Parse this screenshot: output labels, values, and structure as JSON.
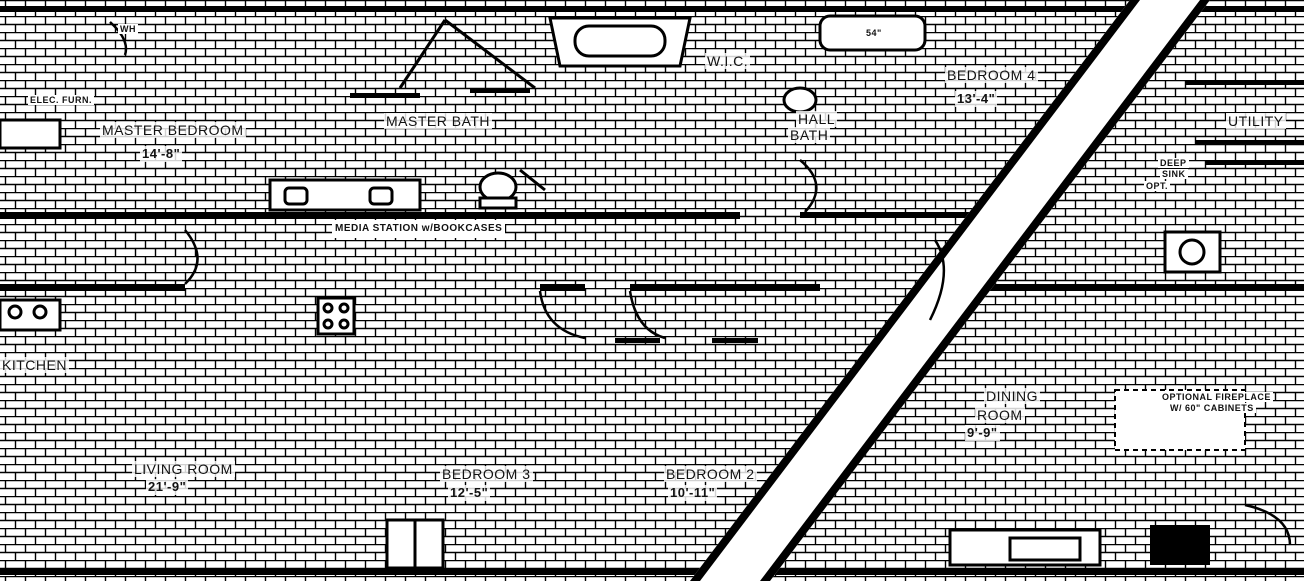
{
  "rooms": {
    "master_bedroom": {
      "name": "MASTER BEDROOM",
      "dim": "14'-8\""
    },
    "master_bath": {
      "name": "MASTER BATH"
    },
    "wic": {
      "name": "W.I.C."
    },
    "hall_bath": {
      "name_1": "HALL",
      "name_2": "BATH"
    },
    "bedroom_4": {
      "name": "BEDROOM 4",
      "dim": "13'-4\""
    },
    "utility": {
      "name": "UTILITY"
    },
    "kitchen": {
      "name": "KITCHEN"
    },
    "living_room": {
      "name": "LIVING ROOM",
      "dim": "21'-9\""
    },
    "bedroom_3": {
      "name": "BEDROOM 3",
      "dim": "12'-5\""
    },
    "bedroom_2": {
      "name": "BEDROOM 2",
      "dim": "10'-11\""
    },
    "dining_room": {
      "name_1": "DINING",
      "name_2": "ROOM",
      "dim": "9'-9\""
    }
  },
  "labels": {
    "media_station": "MEDIA STATION w/BOOKCASES",
    "tub_size": "54\"",
    "elec_furn": "ELEC. FURN.",
    "wh": "WH",
    "deep_sink_1": "DEEP",
    "deep_sink_2": "SINK",
    "deep_sink_3": "OPT.",
    "dining_note_1": "OPTIONAL FIREPLACE",
    "dining_note_2": "W/ 60\" CABINETS"
  }
}
